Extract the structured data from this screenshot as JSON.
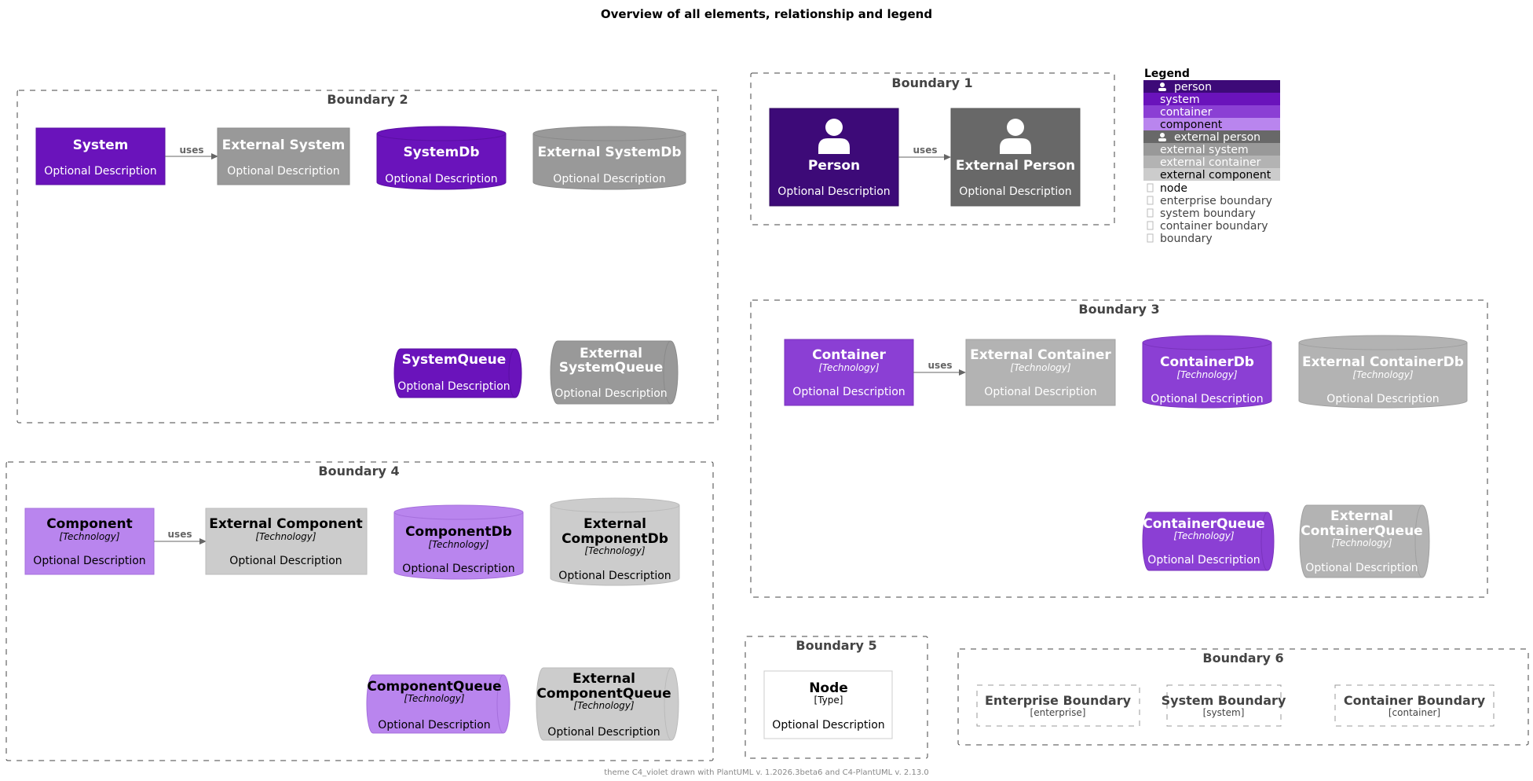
{
  "title": "Overview of all elements, relationship and legend",
  "footer": "theme C4_violet drawn with PlantUML v. 1.2026.3beta6 and C4-PlantUML v. 2.13.0",
  "colors": {
    "person": "#3d0a78",
    "system": "#6a13bb",
    "container": "#8b3fd4",
    "component": "#b985ee",
    "external_person": "#686868",
    "external_system": "#999999",
    "external_container": "#b3b3b3",
    "external_component": "#cccccc"
  },
  "boundaries": {
    "b1": "Boundary 1",
    "b2": "Boundary 2",
    "b3": "Boundary 3",
    "b4": "Boundary 4",
    "b5": "Boundary 5",
    "b6": "Boundary 6"
  },
  "rel_label": "uses",
  "desc": "Optional Description",
  "tech": "[Technology]",
  "elements": {
    "person": "Person",
    "external_person": "External Person",
    "system": "System",
    "external_system": "External System",
    "systemdb": "SystemDb",
    "external_systemdb": "External SystemDb",
    "systemqueue": "SystemQueue",
    "external_systemqueue_1": "External",
    "external_systemqueue_2": "SystemQueue",
    "container": "Container",
    "external_container": "External Container",
    "containerdb": "ContainerDb",
    "external_containerdb": "External ContainerDb",
    "containerqueue": "ContainerQueue",
    "external_containerqueue_1": "External",
    "external_containerqueue_2": "ContainerQueue",
    "component": "Component",
    "external_component": "External Component",
    "componentdb": "ComponentDb",
    "external_componentdb_1": "External",
    "external_componentdb_2": "ComponentDb",
    "componentqueue": "ComponentQueue",
    "external_componentqueue_1": "External",
    "external_componentqueue_2": "ComponentQueue",
    "node": "Node",
    "node_type": "[Type]",
    "enterprise_boundary": "Enterprise Boundary",
    "enterprise_tag": "[enterprise]",
    "system_boundary": "System Boundary",
    "system_tag": "[system]",
    "container_boundary": "Container Boundary",
    "container_tag": "[container]"
  },
  "legend": {
    "title": "Legend",
    "items": [
      "person",
      "system",
      "container",
      "component",
      "external person",
      "external system",
      "external container",
      "external component",
      "node",
      "enterprise boundary",
      "system boundary",
      "container boundary",
      "boundary"
    ]
  }
}
